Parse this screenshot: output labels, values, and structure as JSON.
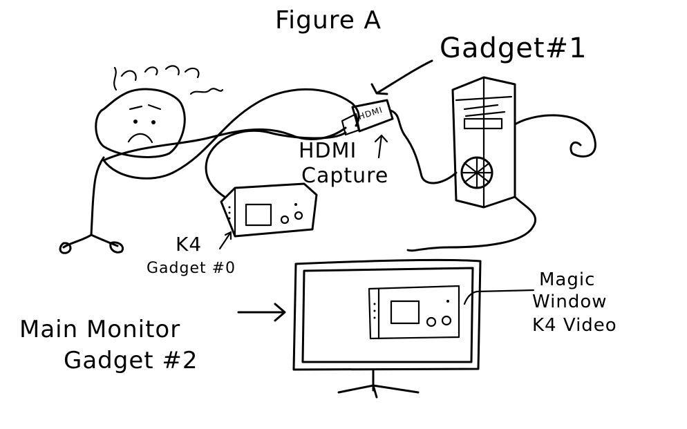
{
  "title": "Figure A",
  "labels": {
    "gadget1": "Gadget#1",
    "hdmi_capture_line1": "HDMI",
    "hdmi_capture_line2": "Capture",
    "hdmi_tag": "HDMI",
    "k4_line1": "K4",
    "k4_line2": "Gadget #0",
    "main_monitor_line1": "Main Monitor",
    "main_monitor_line2": "Gadget #2",
    "magic_line1": "Magic",
    "magic_line2": "Window",
    "magic_line3": "K4 Video"
  }
}
